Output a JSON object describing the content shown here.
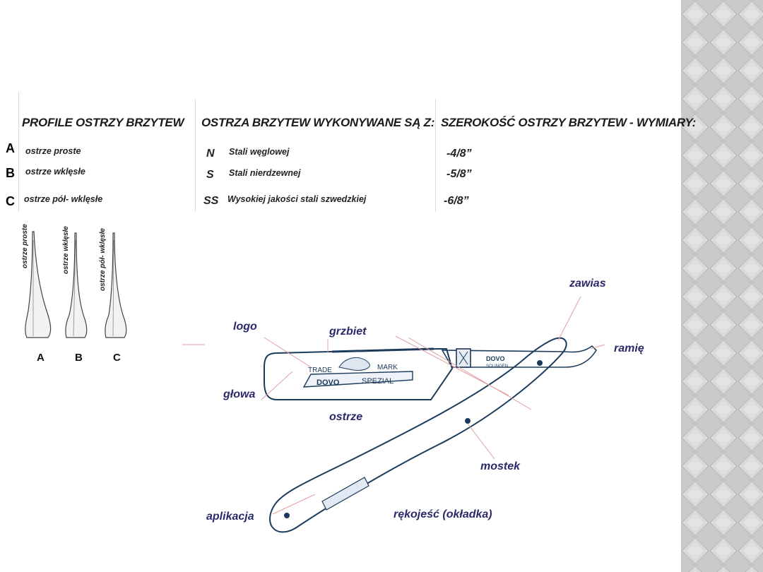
{
  "table": {
    "headers": [
      "PROFILE OSTRZY BRZYTEW",
      "OSTRZA BRZYTEW WYKONYWANE SĄ Z:",
      "SZEROKOŚĆ OSTRZY BRZYTEW  - WYMIARY:"
    ],
    "profiles": [
      {
        "letter": "A",
        "label": "ostrze proste"
      },
      {
        "letter": "B",
        "label": "ostrze wklęsłe"
      },
      {
        "letter": "C",
        "label": "ostrze pół- wklęsłe"
      }
    ],
    "materials": [
      {
        "code": "N",
        "label": "Stali węglowej"
      },
      {
        "code": "S",
        "label": "Stali nierdzewnej"
      },
      {
        "code": "SS",
        "label": "Wysokiej jakości stali szwedzkiej"
      }
    ],
    "sizes": [
      "-4/8”",
      "-5/8”",
      "-6/8”"
    ]
  },
  "blade_profiles": {
    "vertical_labels": [
      "ostrze proste",
      "ostrze wklęsłe",
      "ostrze pół- wklęsłe"
    ],
    "letters": [
      "A",
      "B",
      "C"
    ]
  },
  "razor": {
    "parts": {
      "logo": "logo",
      "grzbiet": "grzbiet",
      "zawias": "zawias",
      "ramie": "ramię",
      "glowa": "głowa",
      "ostrze": "ostrze",
      "mostek": "mostek",
      "aplikacja": "aplikacja",
      "rekojesc": "rękojeść (okładka)"
    },
    "blade_marks": {
      "trade": "TRADE",
      "mark": "MARK",
      "brand": "DOVO",
      "model": "SPEZIAL",
      "tang": "DOVO",
      "city": "SOLINGEN"
    }
  }
}
